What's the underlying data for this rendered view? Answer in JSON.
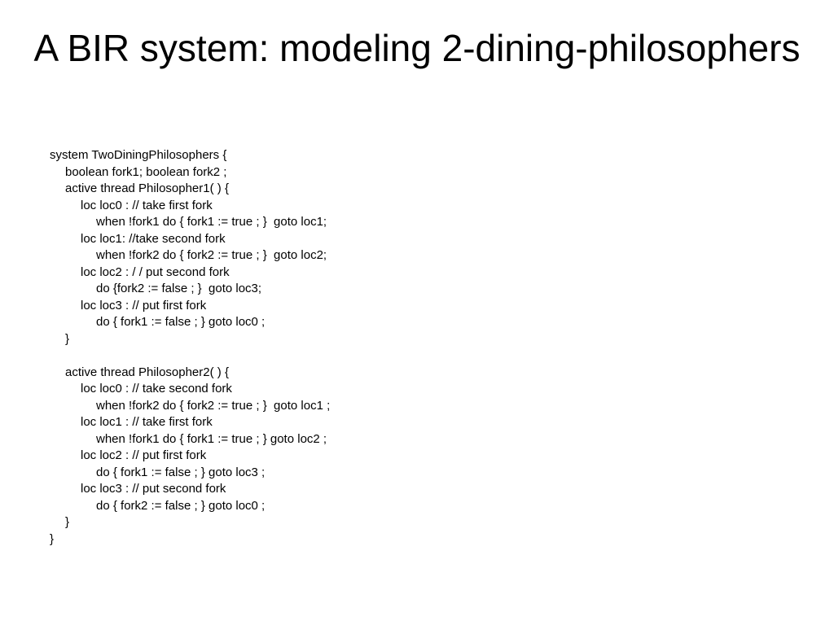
{
  "slide": {
    "title": "A BIR system: modeling 2-dining-philosophers",
    "code_lines": [
      {
        "indent": 0,
        "text": "system TwoDiningPhilosophers {"
      },
      {
        "indent": 1,
        "text": "boolean fork1; boolean fork2 ;"
      },
      {
        "indent": 1,
        "text": "active thread Philosopher1( ) {"
      },
      {
        "indent": 2,
        "text": "loc loc0 : // take first fork"
      },
      {
        "indent": 3,
        "text": "when !fork1 do { fork1 := true ; }  goto loc1;"
      },
      {
        "indent": 2,
        "text": "loc loc1: //take second fork"
      },
      {
        "indent": 3,
        "text": "when !fork2 do { fork2 := true ; }  goto loc2;"
      },
      {
        "indent": 2,
        "text": "loc loc2 : / / put second fork"
      },
      {
        "indent": 3,
        "text": "do {fork2 := false ; }  goto loc3;"
      },
      {
        "indent": 2,
        "text": "loc loc3 : // put first fork"
      },
      {
        "indent": 3,
        "text": "do { fork1 := false ; } goto loc0 ;"
      },
      {
        "indent": 1,
        "text": "}"
      },
      {
        "indent": 0,
        "text": ""
      },
      {
        "indent": 1,
        "text": "active thread Philosopher2( ) {"
      },
      {
        "indent": 2,
        "text": "loc loc0 : // take second fork"
      },
      {
        "indent": 3,
        "text": "when !fork2 do { fork2 := true ; }  goto loc1 ;"
      },
      {
        "indent": 2,
        "text": "loc loc1 : // take first fork"
      },
      {
        "indent": 3,
        "text": "when !fork1 do { fork1 := true ; } goto loc2 ;"
      },
      {
        "indent": 2,
        "text": "loc loc2 : // put first fork"
      },
      {
        "indent": 3,
        "text": "do { fork1 := false ; } goto loc3 ;"
      },
      {
        "indent": 2,
        "text": "loc loc3 : // put second fork"
      },
      {
        "indent": 3,
        "text": "do { fork2 := false ; } goto loc0 ;"
      },
      {
        "indent": 1,
        "text": "}"
      },
      {
        "indent": 0,
        "text": "}"
      }
    ]
  }
}
